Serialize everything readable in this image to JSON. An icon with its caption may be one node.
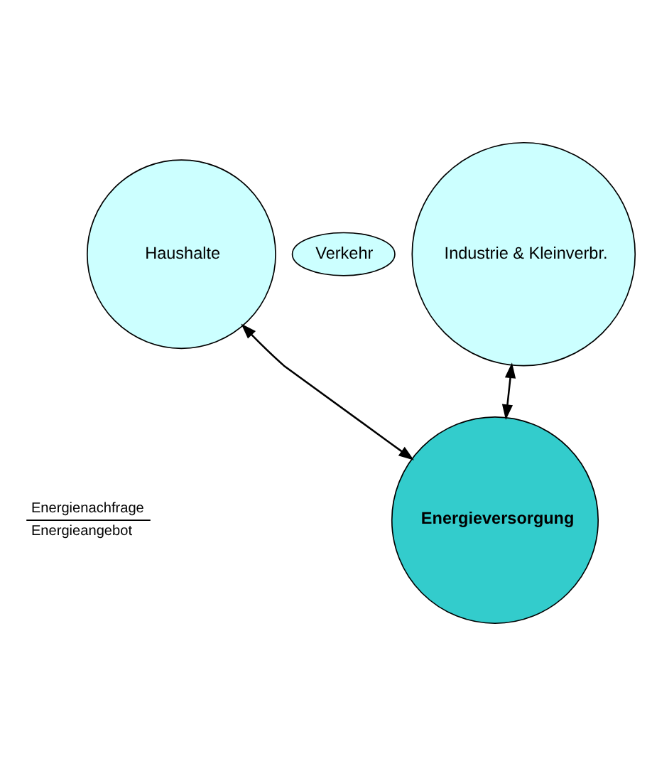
{
  "diagram": {
    "nodes": [
      {
        "text": [
          "Haushalte"
        ]
      },
      {
        "text": [
          "Verkehr"
        ]
      },
      {
        "text": [
          "Industrie & Kleinverbr."
        ]
      },
      {
        "text": [
          "Energieversorgung"
        ]
      }
    ],
    "edges": [
      {
        "from": 0,
        "to": 3,
        "arrow": "both"
      },
      {
        "from": 2,
        "to": 3,
        "arrow": "both"
      }
    ],
    "labels": [
      "Energienachfrage",
      "Energieangebot"
    ]
  }
}
